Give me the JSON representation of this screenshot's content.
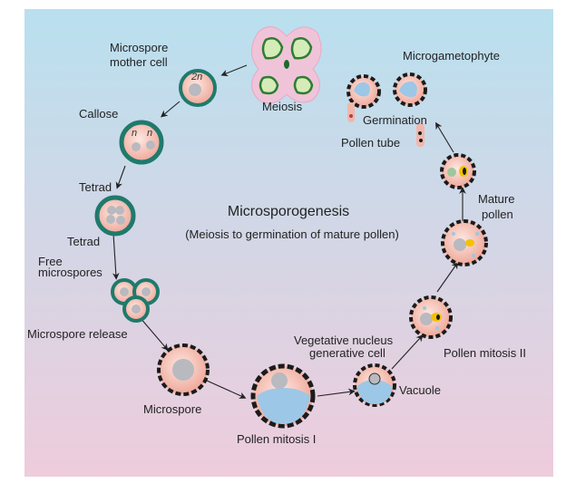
{
  "title": "Microsporogenesis",
  "subtitle": "(Meiosis to germination of mature pollen)",
  "labels": {
    "microspore_mother_cell_1": "Microspore",
    "microspore_mother_cell_2": "mother cell",
    "meiosis": "Meiosis",
    "callose": "Callose",
    "tetrad_1": "Tetrad",
    "tetrad_2": "Tetrad",
    "free_microspores_1": "Free",
    "free_microspores_2": "microspores",
    "microspore_release": "Microspore release",
    "microspore": "Microspore",
    "pollen_mitosis_1": "Pollen mitosis I",
    "vacuole": "Vacuole",
    "vegetative_nucleus": "Vegetative nucleus",
    "generative_cell": "generative cell",
    "pollen_mitosis_2": "Pollen mitosis II",
    "mature_pollen_1": "Mature",
    "mature_pollen_2": "pollen",
    "microgametophyte": "Microgametophyte",
    "germination": "Germination",
    "pollen_tube": "Pollen tube"
  },
  "ploidy": {
    "diploid": "2n",
    "haploid_a": "n",
    "haploid_b": "n"
  },
  "colors": {
    "background_top": "#b9e0ef",
    "background_bottom": "#eeccdc",
    "cell_fill": "#f3b6aa",
    "callose_wall": "#1f7a6c",
    "exine": "#1b1b1b",
    "nucleus": "#b9b9c0",
    "vacuole": "#9cc7e7",
    "generative": "#f2c200"
  }
}
